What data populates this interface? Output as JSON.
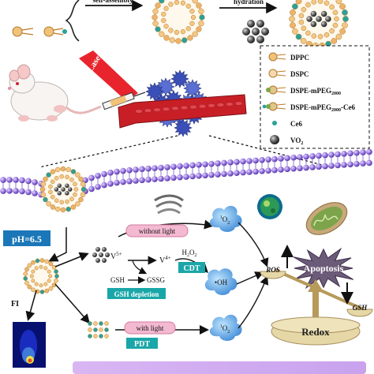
{
  "top": {
    "step1_label": "self-assembly",
    "step2_label": "hydration"
  },
  "legend": {
    "items": [
      {
        "key": "dppc",
        "label": "DPPC",
        "sub": ""
      },
      {
        "key": "dspc",
        "label": "DSPC",
        "sub": ""
      },
      {
        "key": "dspe-mpeg",
        "label": "DSPE-mPEG",
        "sub": "2000"
      },
      {
        "key": "dspe-mpeg-ce6",
        "label": "DSPE-mPEG",
        "sub": "2000",
        "tail": "-Ce6"
      },
      {
        "key": "ce6",
        "label": "Ce6",
        "sub": ""
      },
      {
        "key": "vo2",
        "label": "VO",
        "sub": "2"
      }
    ]
  },
  "mouse": {
    "laser_label": "Laser"
  },
  "mechanism": {
    "ph_label": "pH=6.5",
    "fi_label": "FI",
    "without_light": "without light",
    "with_light": "with light",
    "singlet_oxygen_sup": "1",
    "singlet_oxygen": "O",
    "singlet_oxygen_sub": "2",
    "vanadium_5": "V",
    "vanadium_5_sup": "5+",
    "vanadium_4": "V",
    "vanadium_4_sup": "4+",
    "h2o2": "H",
    "h2o2_sub1": "2",
    "h2o2_mid": "O",
    "h2o2_sub2": "2",
    "cdt": "CDT",
    "hydroxyl": "•OH",
    "gsh": "GSH",
    "gssg": "GSSG",
    "gsh_depletion": "GSH depletion",
    "pdt": "PDT",
    "ros": "ROS",
    "apoptosis": "Apoptosis",
    "gsh_right": "GSH",
    "redox": "Redox"
  }
}
